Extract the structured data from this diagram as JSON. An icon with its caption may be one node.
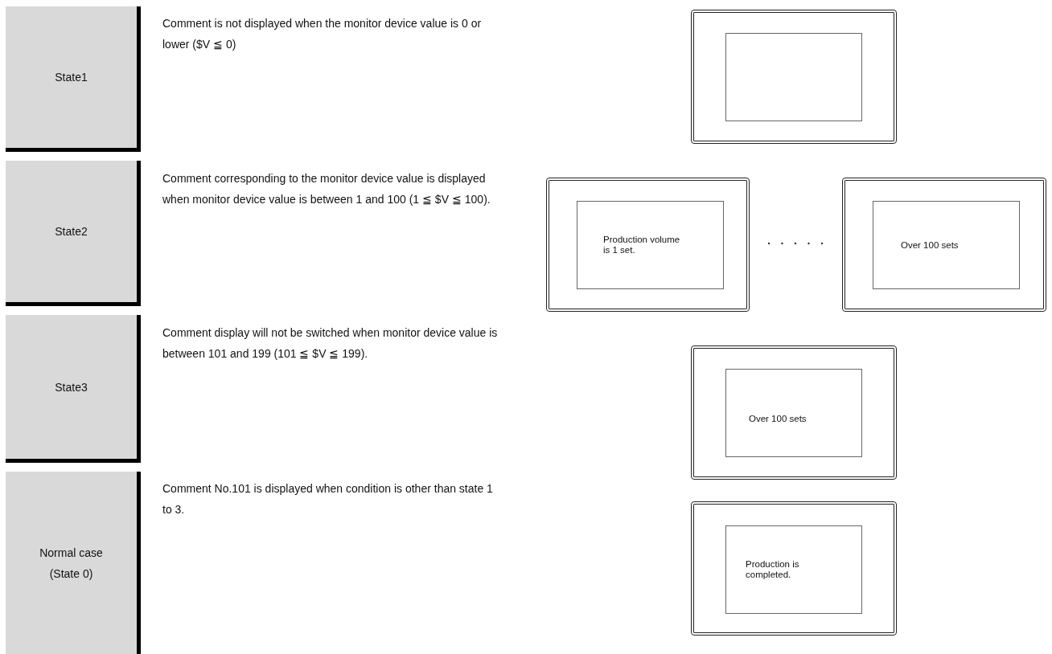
{
  "diagram": {
    "nodes": [
      {
        "text": [
          "State1"
        ]
      },
      {
        "text": [],
        "shape": "box"
      },
      {
        "text": [],
        "shape": "box",
        "in": 1
      },
      {
        "text": [
          "State2"
        ]
      },
      {
        "text": [],
        "shape": "box"
      },
      {
        "text": [
          "Production volume is 1 set."
        ],
        "in": 4
      },
      {
        "text": [],
        "shape": "box"
      },
      {
        "text": [
          "Over 100 sets"
        ],
        "in": 6
      },
      {
        "text": [
          "State3"
        ]
      },
      {
        "text": [],
        "shape": "box"
      },
      {
        "text": [
          "Over 100 sets"
        ],
        "in": 9
      },
      {
        "text": [
          "Normal case (State 0)"
        ]
      },
      {
        "text": [],
        "shape": "box"
      },
      {
        "text": [
          "Production is completed."
        ],
        "in": 12
      }
    ],
    "labels": [
      "Comment is not displayed when the monitor device value is 0 or lower ($V ≦ 0)",
      "Comment corresponding to the monitor device value is displayed when monitor device value is between 1 and 100 (1 ≦ $V ≦ 100).",
      "Comment display will not be switched when monitor device value is between 101 and 199 (101 ≦ $V ≦ 199).",
      "Comment No.101 is displayed when condition is other than state 1 to 3."
    ]
  }
}
